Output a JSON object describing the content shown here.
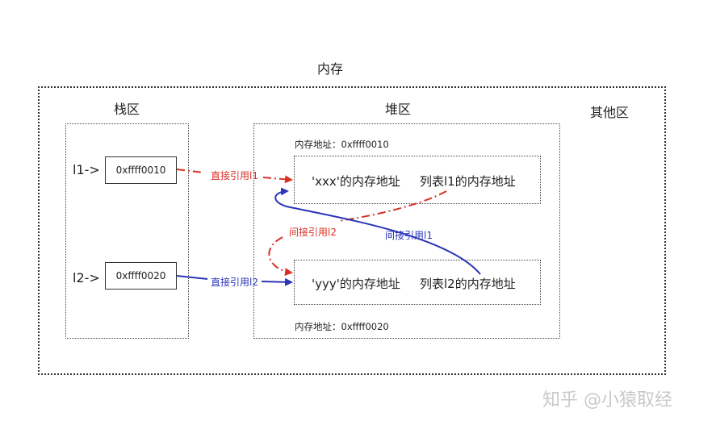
{
  "memory_title": "内存",
  "stack": {
    "title": "栈区",
    "l1_label": "l1->",
    "l2_label": "l2->",
    "l1_addr": "0xffff0010",
    "l2_addr": "0xffff0020"
  },
  "heap": {
    "title": "堆区",
    "addr1_label": "内存地址：0xffff0010",
    "addr2_label": "内存地址：0xffff0020",
    "obj1_a": "'xxx'的内存地址",
    "obj1_b": "列表l1的内存地址",
    "obj2_a": "'yyy'的内存地址",
    "obj2_b": "列表l2的内存地址"
  },
  "other_title": "其他区",
  "edges": {
    "direct_l1": "直接引用l1",
    "direct_l2": "直接引用l2",
    "indirect_l1": "间接引用l1",
    "indirect_l2": "间接引用l2"
  },
  "watermark": "知乎 @小猿取经",
  "colors": {
    "red": "#d93025",
    "blue": "#2b35b8"
  }
}
